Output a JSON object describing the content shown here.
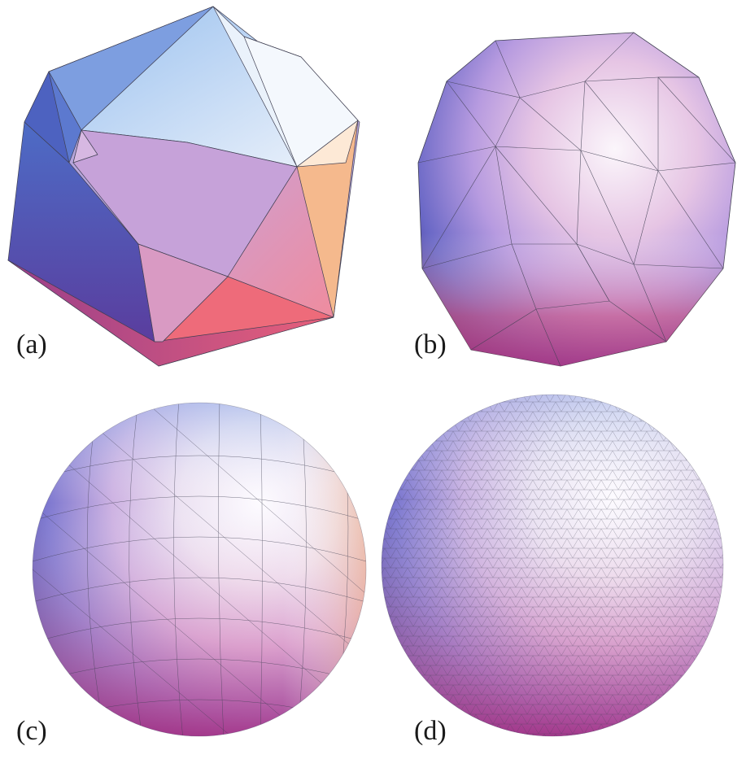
{
  "panels": [
    {
      "id": "a",
      "label": "(a)",
      "level": 0
    },
    {
      "id": "b",
      "label": "(b)",
      "level": 1
    },
    {
      "id": "c",
      "label": "(c)",
      "level": 2
    },
    {
      "id": "d",
      "label": "(d)",
      "level": 3
    }
  ],
  "colors": {
    "upper_light": "#f2f6fb",
    "top_blue": "#8fb7e8",
    "left_blue": "#5b6fc9",
    "lower_left_purple": "#5f46a8",
    "pink": "#f0a3c9",
    "coral": "#ef6f7a",
    "orange_rim": "#f5c089",
    "bottom_magenta": "#b23d88",
    "edge_line": "#3f3f52"
  }
}
